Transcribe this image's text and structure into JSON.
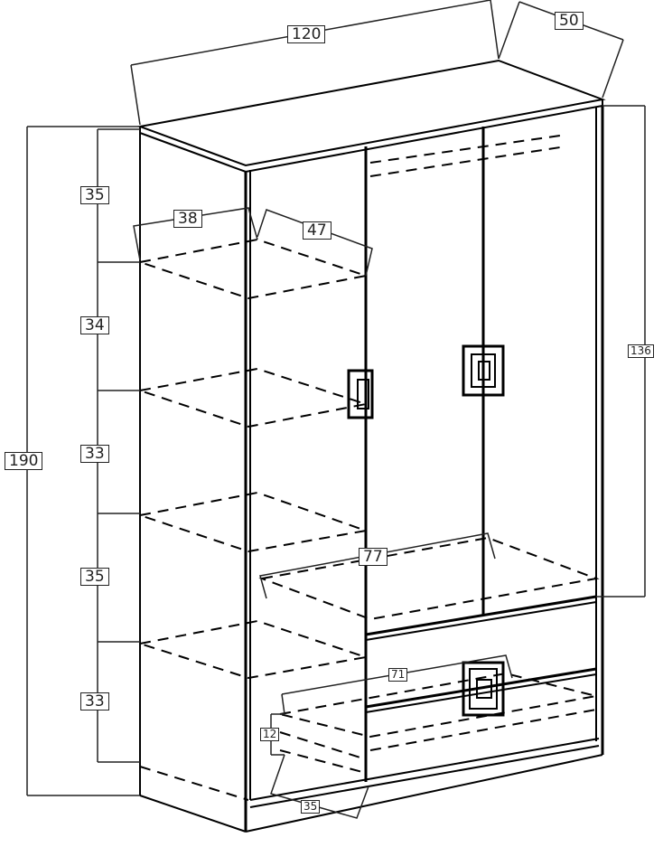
{
  "title": "Wardrobe dimension drawing",
  "dimensions": {
    "width": "120",
    "depth": "50",
    "height": "190",
    "door_height": "136",
    "shelf_1": "35",
    "shelf_2": "34",
    "shelf_3": "33",
    "shelf_4": "35",
    "shelf_5": "33",
    "shelf_width": "38",
    "shelf_depth": "47",
    "rail_width": "77",
    "drawer_width": "71",
    "drawer_height": "12",
    "drawer_depth": "35"
  }
}
